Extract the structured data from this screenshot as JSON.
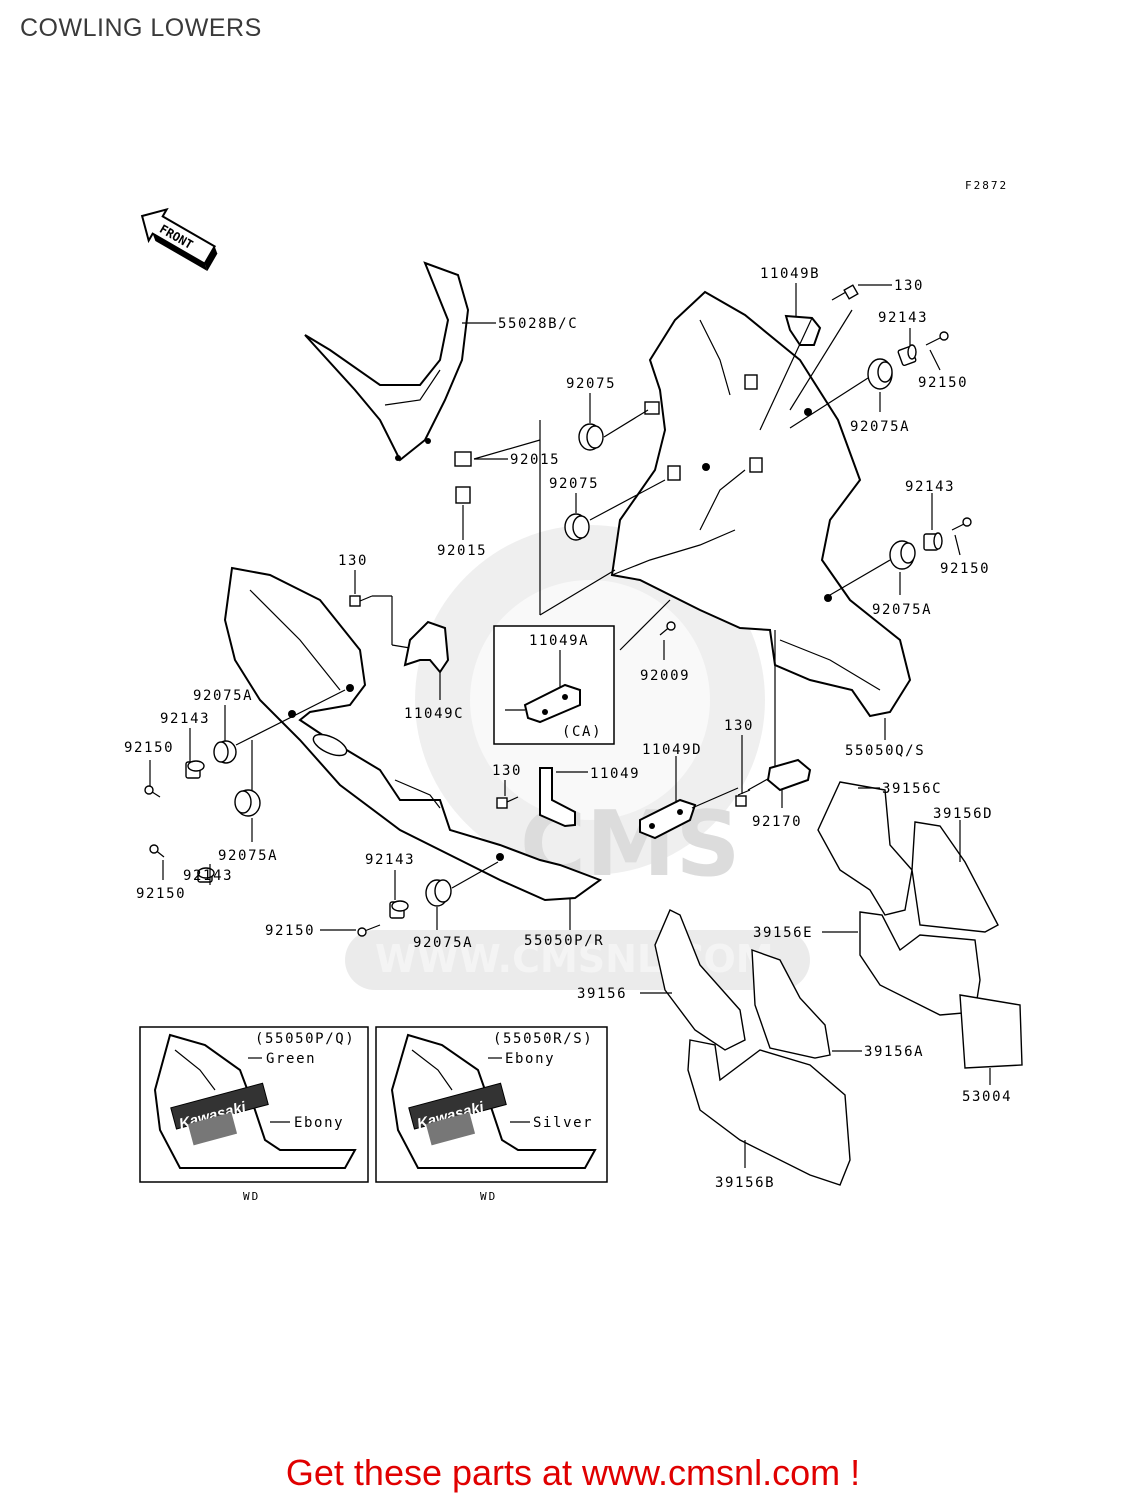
{
  "title": "COWLING LOWERS",
  "figure_code": "F2872",
  "front_arrow_label": "FRONT",
  "watermark": {
    "brand": "CMS",
    "url": "WWW.CMSNL.COM"
  },
  "callouts": {
    "p55028bc": "55028B/C",
    "p92015a": "92015",
    "p92015b": "92015",
    "p11049b": "11049B",
    "p130a": "130",
    "p92143a": "92143",
    "p92150a": "92150",
    "p92075a1": "92075",
    "p92075a2": "92075",
    "p92075Aa": "92075A",
    "p92143b": "92143",
    "p92150b": "92150",
    "p92075Ab": "92075A",
    "p130b": "130",
    "p11049c": "11049C",
    "p11049a": "11049A",
    "ca": "(CA)",
    "p92009": "92009",
    "p92075Ac": "92075A",
    "p92143c": "92143",
    "p92150c": "92150",
    "p92150d": "92150",
    "p92143d": "92143",
    "p92075Ad": "92075A",
    "p130c": "130",
    "p11049": "11049",
    "p11049d": "11049D",
    "p130d": "130",
    "p92170": "92170",
    "p55050qs": "55050Q/S",
    "p92143e": "92143",
    "p92150e": "92150",
    "p92075Ae": "92075A",
    "p55050pr": "55050P/R",
    "p39156c": "39156C",
    "p39156d": "39156D",
    "p39156e": "39156E",
    "p39156": "39156",
    "p39156a": "39156A",
    "p53004": "53004",
    "p39156b": "39156B"
  },
  "variants": [
    {
      "code": "(55050P/Q)",
      "color_top": "Green",
      "color_bottom": "Ebony",
      "decal": "Kawasaki",
      "footer": "WD"
    },
    {
      "code": "(55050R/S)",
      "color_top": "Ebony",
      "color_bottom": "Silver",
      "decal": "Kawasaki",
      "footer": "WD"
    }
  ],
  "promo_text": "Get these parts at www.cmsnl.com !"
}
